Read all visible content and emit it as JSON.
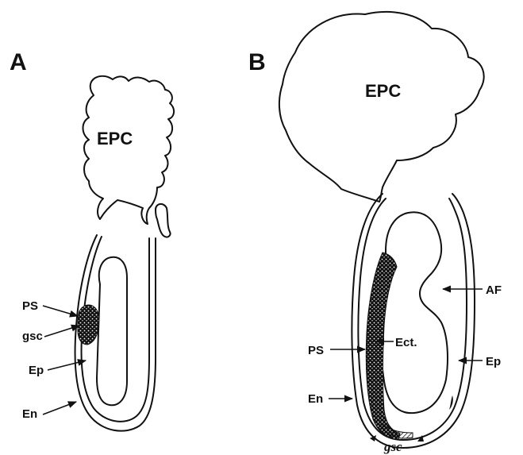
{
  "panel_a": {
    "letter": "A",
    "labels": {
      "epc": "EPC",
      "ps": "PS",
      "gsc": "gsc",
      "ep": "Ep",
      "en": "En"
    }
  },
  "panel_b": {
    "letter": "B",
    "labels": {
      "epc": "EPC",
      "af": "AF",
      "ect": "Ect.",
      "ps": "PS",
      "ep": "Ep",
      "en": "En",
      "gsc": "gsc"
    }
  },
  "colors": {
    "ink": "#111111",
    "background": "#ffffff"
  }
}
